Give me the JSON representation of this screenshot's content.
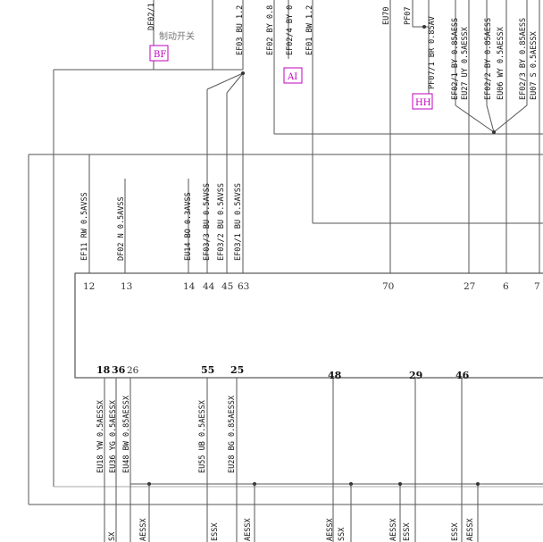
{
  "labels": {
    "brake_switch": "制动开关",
    "tag_bf": "BF",
    "tag_ai": "AI",
    "tag_hh": "HH"
  },
  "top_wires": {
    "df02_1": "DF02/1",
    "ef03_bu": "EF03 BU 1.2",
    "ef02_by": "EF02 BY 0.8",
    "ef02_4_by": "EF02/4 BY 0",
    "ef01_bw": "EF01 BW 1.2",
    "eu70": "EU70",
    "pf07": "PF07",
    "pf07_1": "PF07/1 BR 0.85AV",
    "ef02_1": "EF02/1 BY 0.85AESS",
    "eu27": "EU27 UY 0.5AESSX",
    "ef02_2": "EF02/2 BY 0.85AESS",
    "eu06": "EU06 WY 0.5AESSX",
    "ef02_3": "EF02/3 BY 0.85AESS",
    "eu07": "EU07 S 0.5AESSX"
  },
  "mid_wires": {
    "ef11": "EF11 RW 0.5AVSS",
    "df02": "DF02 N 0.5AVSS",
    "eu14": "EU14 BO 0.3AVSS",
    "ef03_3": "EF03/3 BU 0.5AVSS",
    "ef03_2": "EF03/2 BU 0.5AVSS",
    "ef03_1": "EF03/1 BU 0.5AVSS"
  },
  "top_pins": {
    "p12": "12",
    "p13": "13",
    "p14": "14",
    "p44": "44",
    "p45": "45",
    "p63": "63",
    "p70": "70",
    "p27": "27",
    "p6": "6",
    "p7": "7"
  },
  "bottom_pins": {
    "p18": "18",
    "p36": "36",
    "p26": "26",
    "p55": "55",
    "p25": "25",
    "p48": "48",
    "p29": "29",
    "p46": "46"
  },
  "bottom_wires": {
    "eu18": "EU18 YW 0.5AESSX",
    "eu36": "EU36 YG 0.5AESSX",
    "eu48": "EU48 BW 0.85AESSX",
    "eu55": "EU55 UB 0.5AESSX",
    "eu28": "EU28 BG 0.85AESSX"
  },
  "cut_labels": {
    "c1": "SX",
    "c2": "AESSX",
    "c3": "ESSX",
    "c4": "AESSX",
    "c5": "AESSX",
    "c6": "SSX",
    "c7": "AESSX",
    "c8": "ESSX",
    "c9": "ESSX",
    "c10": "AESSX"
  }
}
